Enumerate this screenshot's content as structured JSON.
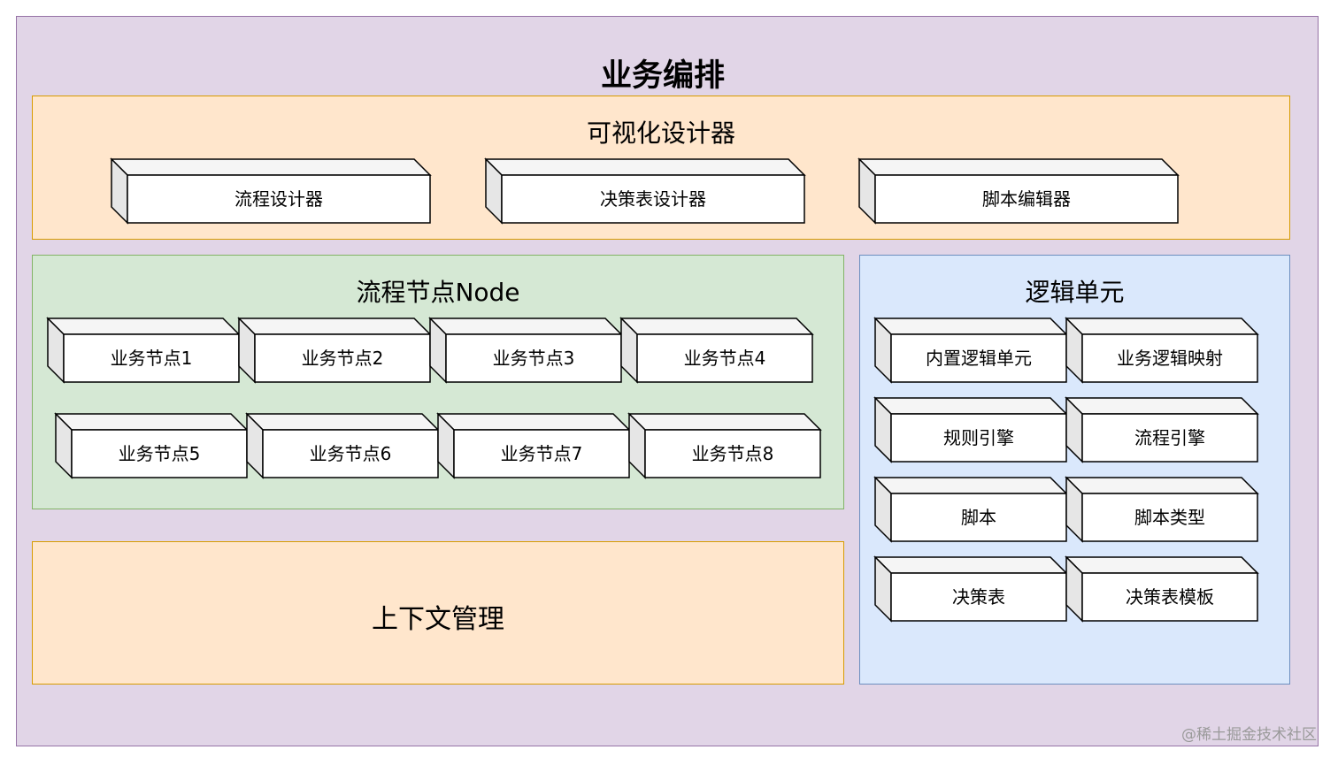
{
  "title": "业务编排",
  "designer": {
    "title": "可视化设计器",
    "items": [
      "流程设计器",
      "决策表设计器",
      "脚本编辑器"
    ]
  },
  "nodes": {
    "title": "流程节点Node",
    "items": [
      "业务节点1",
      "业务节点2",
      "业务节点3",
      "业务节点4",
      "业务节点5",
      "业务节点6",
      "业务节点7",
      "业务节点8"
    ]
  },
  "context": {
    "title": "上下文管理"
  },
  "logic": {
    "title": "逻辑单元",
    "items": [
      "内置逻辑单元",
      "业务逻辑映射",
      "规则引擎",
      "流程引擎",
      "脚本",
      "脚本类型",
      "决策表",
      "决策表模板"
    ]
  },
  "watermark": "@稀土掘金技术社区",
  "colors": {
    "outer_fill": "#e1d5e7",
    "outer_stroke": "#9673a6",
    "orange_fill": "#ffe6cc",
    "orange_stroke": "#d79b00",
    "green_fill": "#d5e8d4",
    "green_stroke": "#82b366",
    "blue_fill": "#dae8fc",
    "blue_stroke": "#6c8ebf",
    "cube_face": "#ffffff",
    "cube_side": "#e6e6e6",
    "cube_top": "#f5f5f5",
    "cube_stroke": "#000000"
  }
}
